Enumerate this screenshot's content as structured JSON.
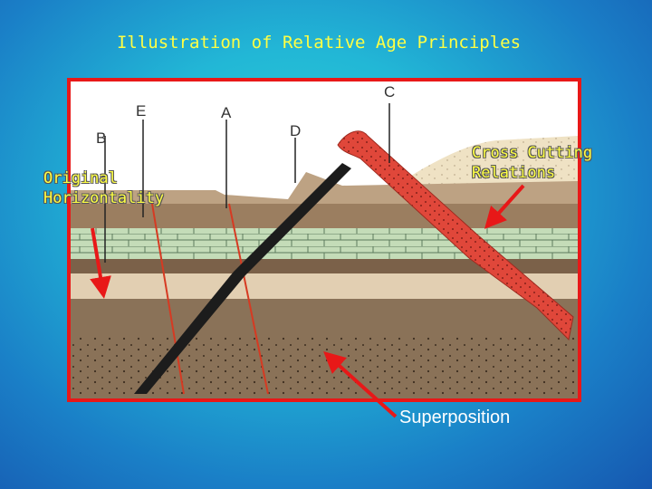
{
  "title": "Illustration of Relative Age Principles",
  "labels": {
    "original_horizontality": [
      "Original",
      "Horizontality"
    ],
    "cross_cutting": [
      "Cross Cutting",
      "Relations"
    ],
    "superposition": "Superposition"
  },
  "feature_letters": {
    "A": "A",
    "B": "B",
    "C": "C",
    "D": "D",
    "E": "E"
  },
  "colors": {
    "title": "#ffff44",
    "frame": "#e81818",
    "arrow": "#e81818",
    "dike": "#e0473a"
  }
}
